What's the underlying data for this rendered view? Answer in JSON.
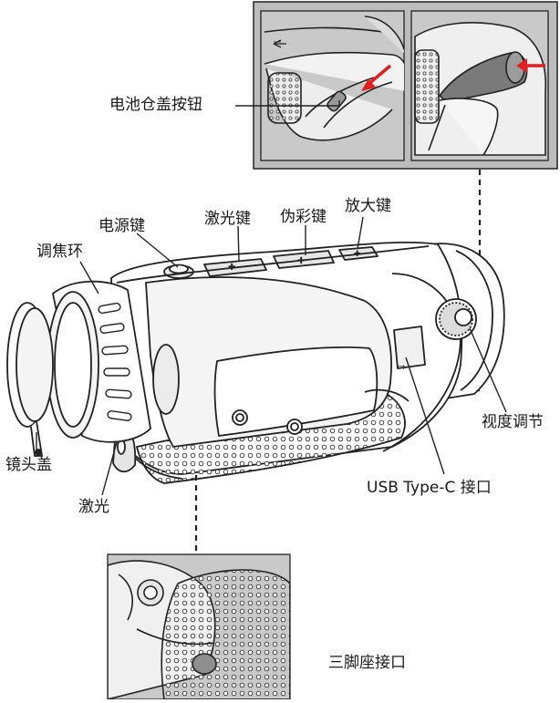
{
  "labels": {
    "battery_cover_button": "电池仓盖按钮",
    "power_key": "电源键",
    "laser_key": "激光键",
    "pseudo_color_key": "伪彩键",
    "zoom_key": "放大键",
    "focus_ring": "调焦环",
    "diopter_adjust": "视度调节",
    "usb_port": "USB Type-C 接口",
    "lens_cap": "镜头盖",
    "laser": "激光",
    "tripod_mount": "三脚座接口"
  },
  "colors": {
    "line": "#222222",
    "inset_bg": "#c9c9c9",
    "arrow": "#e02020",
    "device_fill": "#ffffff",
    "device_shade": "#e6e6e6"
  },
  "icons": {
    "usb": "usb-icon",
    "plus": "plus-icon",
    "chevron": "chevron-icon"
  }
}
